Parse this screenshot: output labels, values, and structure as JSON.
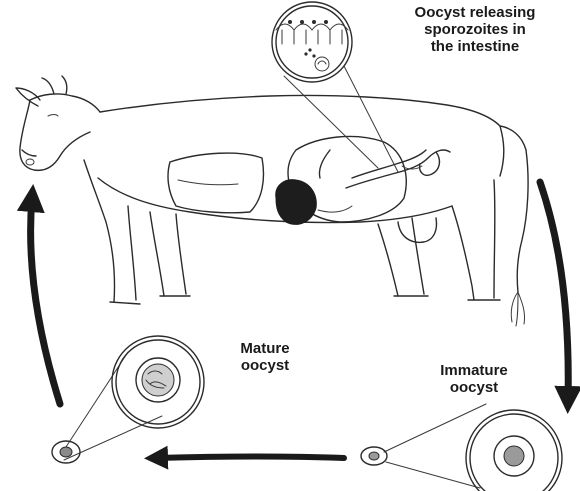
{
  "labels": {
    "release_line1": "Oocyst releasing",
    "release_line2": "sporozoites in",
    "release_line3": "the intestine",
    "mature_line1": "Mature",
    "mature_line2": "oocyst",
    "immature_line1": "Immature",
    "immature_line2": "oocyst"
  },
  "colors": {
    "ink": "#2b2b2b",
    "arrow": "#1a1a1a",
    "background": "#ffffff"
  },
  "icons": [
    "cow-illustration",
    "intestine-magnifier",
    "mature-oocyst-magnifier",
    "immature-oocyst-magnifier",
    "cycle-arrow"
  ]
}
